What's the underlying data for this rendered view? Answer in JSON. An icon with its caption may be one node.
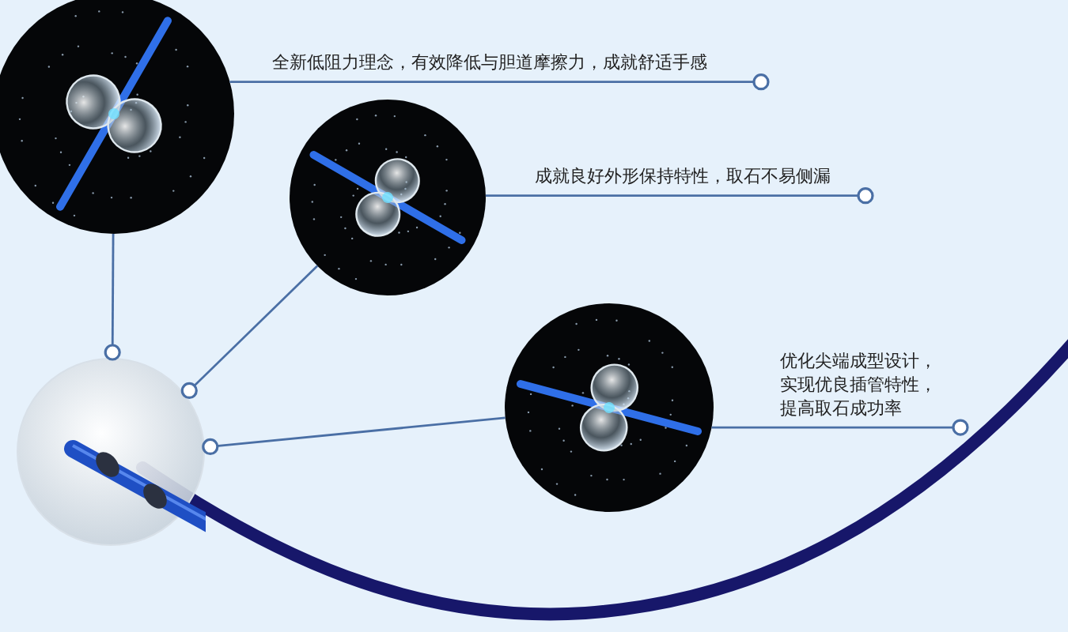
{
  "diagram": {
    "nodes": [
      {
        "text": [],
        "shape": "picture"
      },
      {
        "text": [],
        "shape": "picture"
      },
      {
        "text": [],
        "shape": "picture"
      },
      {
        "text": [],
        "shape": "picture"
      },
      {
        "text": [
          "全新低阻力理念，有效降低与胆道摩擦力，成就舒适手感"
        ]
      },
      {
        "text": [
          "成就良好外形保持特性，取石不易侧漏"
        ]
      },
      {
        "text": [
          "优化尖端成型设计，实现优良插管特性，提高取石成功率"
        ]
      }
    ],
    "edges": [
      {
        "from": 4,
        "to": 1,
        "arrow": "other"
      },
      {
        "from": 5,
        "to": 2,
        "arrow": "other"
      },
      {
        "from": 6,
        "to": 3,
        "arrow": "other"
      },
      {
        "from": 0,
        "to": 1,
        "arrow": "other"
      },
      {
        "from": 0,
        "to": 2,
        "arrow": "other"
      },
      {
        "from": 0,
        "to": 3,
        "arrow": "other"
      }
    ]
  }
}
